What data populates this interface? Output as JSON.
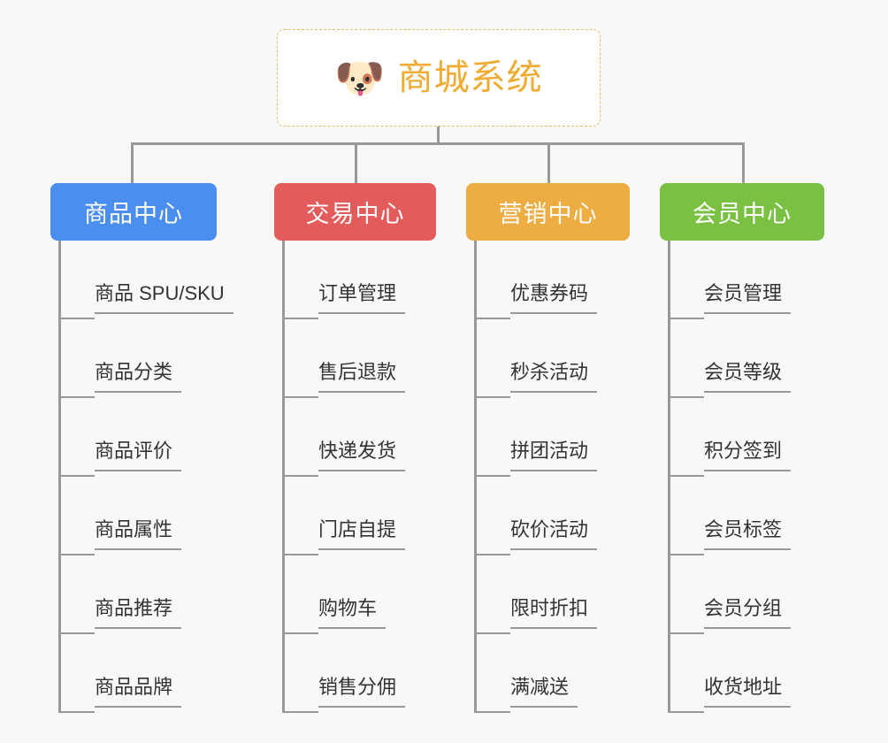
{
  "diagram": {
    "title": "商城系统",
    "type": "tree-mindmap",
    "background_color": "#f8f8f8",
    "connector_color": "#999999"
  },
  "root": {
    "label": "商城系统",
    "icon": "dog-face-emoji",
    "emoji": "🐶",
    "text_color": "#f0ab33",
    "border_color": "#e8b760",
    "background_color": "#ffffff"
  },
  "branches": [
    {
      "label": "商品中心",
      "color": "#4a8ff0",
      "items": [
        "商品 SPU/SKU",
        "商品分类",
        "商品评价",
        "商品属性",
        "商品推荐",
        "商品品牌"
      ]
    },
    {
      "label": "交易中心",
      "color": "#e35b5b",
      "items": [
        "订单管理",
        "售后退款",
        "快递发货",
        "门店自提",
        "购物车",
        "销售分佣"
      ]
    },
    {
      "label": "营销中心",
      "color": "#eead42",
      "items": [
        "优惠券码",
        "秒杀活动",
        "拼团活动",
        "砍价活动",
        "限时折扣",
        "满减送"
      ]
    },
    {
      "label": "会员中心",
      "color": "#7ac143",
      "items": [
        "会员管理",
        "会员等级",
        "积分签到",
        "会员标签",
        "会员分组",
        "收货地址"
      ]
    }
  ]
}
